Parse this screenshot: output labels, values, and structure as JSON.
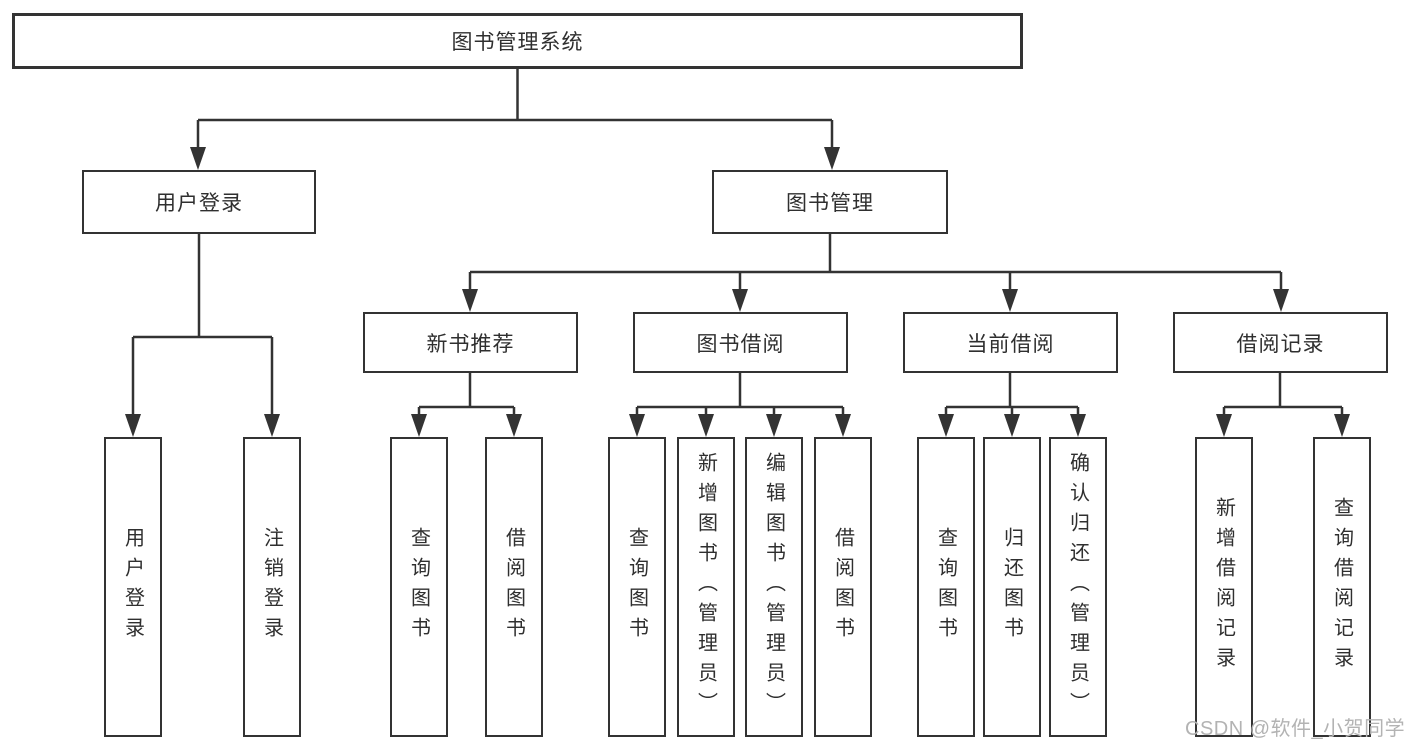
{
  "title": "图书管理系统",
  "watermark": "CSDN @软件_小贺同学",
  "colors": {
    "line": "#333333",
    "box_border": "#333333",
    "text": "#2f2f2f",
    "watermark": "#b3b3b3",
    "background": "#ffffff"
  },
  "tree": {
    "label": "图书管理系统",
    "children": [
      {
        "label": "用户登录",
        "children": [
          {
            "label": "用户登录"
          },
          {
            "label": "注销登录"
          }
        ]
      },
      {
        "label": "图书管理",
        "children": [
          {
            "label": "新书推荐",
            "children": [
              {
                "label": "查询图书"
              },
              {
                "label": "借阅图书"
              }
            ]
          },
          {
            "label": "图书借阅",
            "children": [
              {
                "label": "查询图书"
              },
              {
                "label": "新增图书（管理员）"
              },
              {
                "label": "编辑图书（管理员）"
              },
              {
                "label": "借阅图书"
              }
            ]
          },
          {
            "label": "当前借阅",
            "children": [
              {
                "label": "查询图书"
              },
              {
                "label": "归还图书"
              },
              {
                "label": "确认归还（管理员）"
              }
            ]
          },
          {
            "label": "借阅记录",
            "children": [
              {
                "label": "新增借阅记录"
              },
              {
                "label": "查询借阅记录"
              }
            ]
          }
        ]
      }
    ]
  }
}
